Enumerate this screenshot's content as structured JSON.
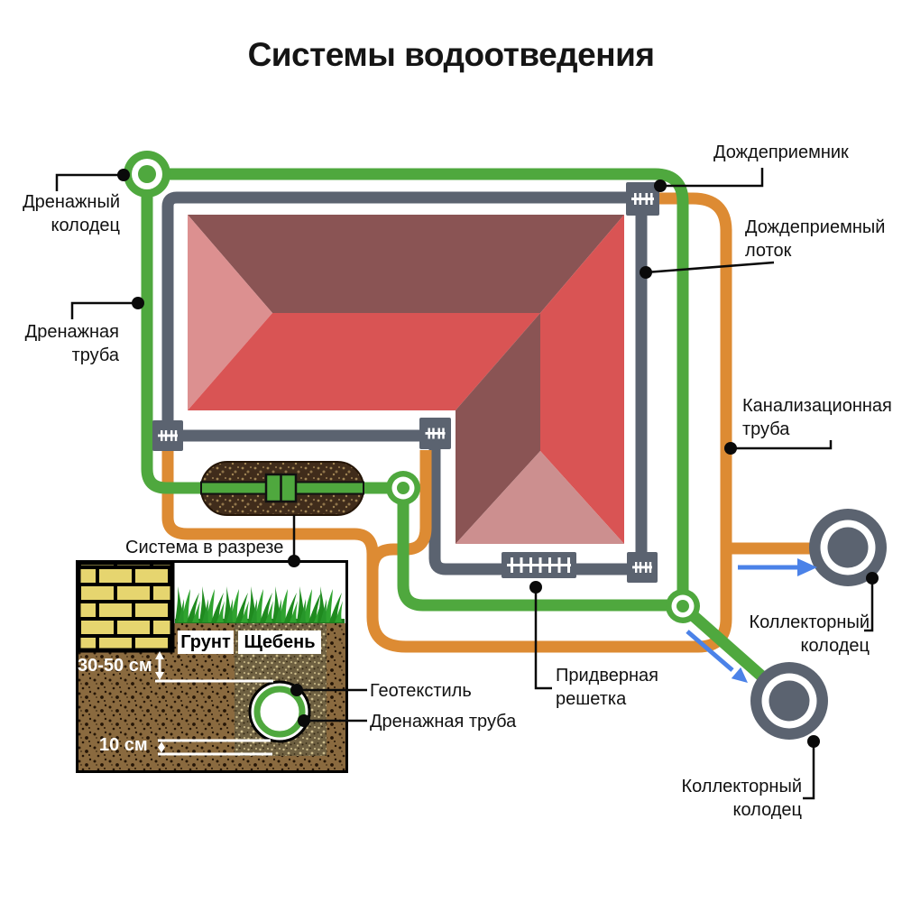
{
  "title": "Системы водоотведения",
  "labels": {
    "drain_well": {
      "line1": "Дренажный",
      "line2": "колодец"
    },
    "drain_pipe": {
      "line1": "Дренажная",
      "line2": "труба"
    },
    "rain_inlet": {
      "line1": "Дождеприемник"
    },
    "rain_tray": {
      "line1": "Дождеприемный",
      "line2": "лоток"
    },
    "sewer_pipe": {
      "line1": "Канализационная",
      "line2": "труба"
    },
    "collector_well_upper": {
      "line1": "Коллекторный",
      "line2": "колодец"
    },
    "collector_well_lower": {
      "line1": "Коллекторный",
      "line2": "колодец"
    },
    "door_grate": {
      "line1": "Придверная",
      "line2": "решетка"
    }
  },
  "cross_section": {
    "title": "Система в разрезе",
    "soil": "Грунт",
    "gravel": "Щебень",
    "depth": "30-50 см",
    "bedding": "10 см",
    "geotextile": "Геотекстиль",
    "drain_pipe": "Дренажная труба"
  },
  "icons": {
    "rain_inlet": "grate-icon",
    "channel_corner": "grate-icon",
    "door_grate": "long-grate-icon",
    "drainage_well": "green-ring-well-icon",
    "collector_well": "gray-ring-well-icon",
    "flow_arrow": "blue-arrow-icon"
  },
  "colors": {
    "drain_green": "#4FA83E",
    "sewer_orange": "#DD8B33",
    "channel_gray": "#5B6370",
    "roof_red": "#D95454",
    "roof_dark": "#8A5454",
    "roof_pink": "#DC9090",
    "roof_pink_light": "#CC8F8F",
    "arrow_blue": "#4B82E8",
    "brick_yellow": "#E6D56F",
    "soil_brown": "#8A6A3F",
    "gravel_brown": "#6F6142",
    "grass_green": "#1F8A1F",
    "capsule_brown": "#402C1B"
  }
}
